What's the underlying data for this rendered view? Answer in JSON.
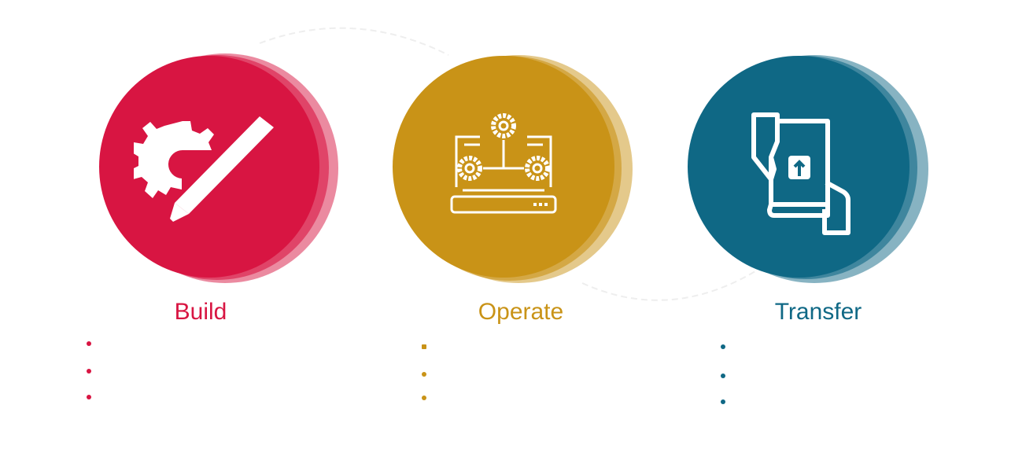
{
  "stages": [
    {
      "title": "Build",
      "icon": "gear-pencil-icon",
      "color": "#d81542"
    },
    {
      "title": "Operate",
      "icon": "laptop-gears-icon",
      "color": "#c99317"
    },
    {
      "title": "Transfer",
      "icon": "hand-over-document-icon",
      "color": "#0f6885"
    }
  ]
}
